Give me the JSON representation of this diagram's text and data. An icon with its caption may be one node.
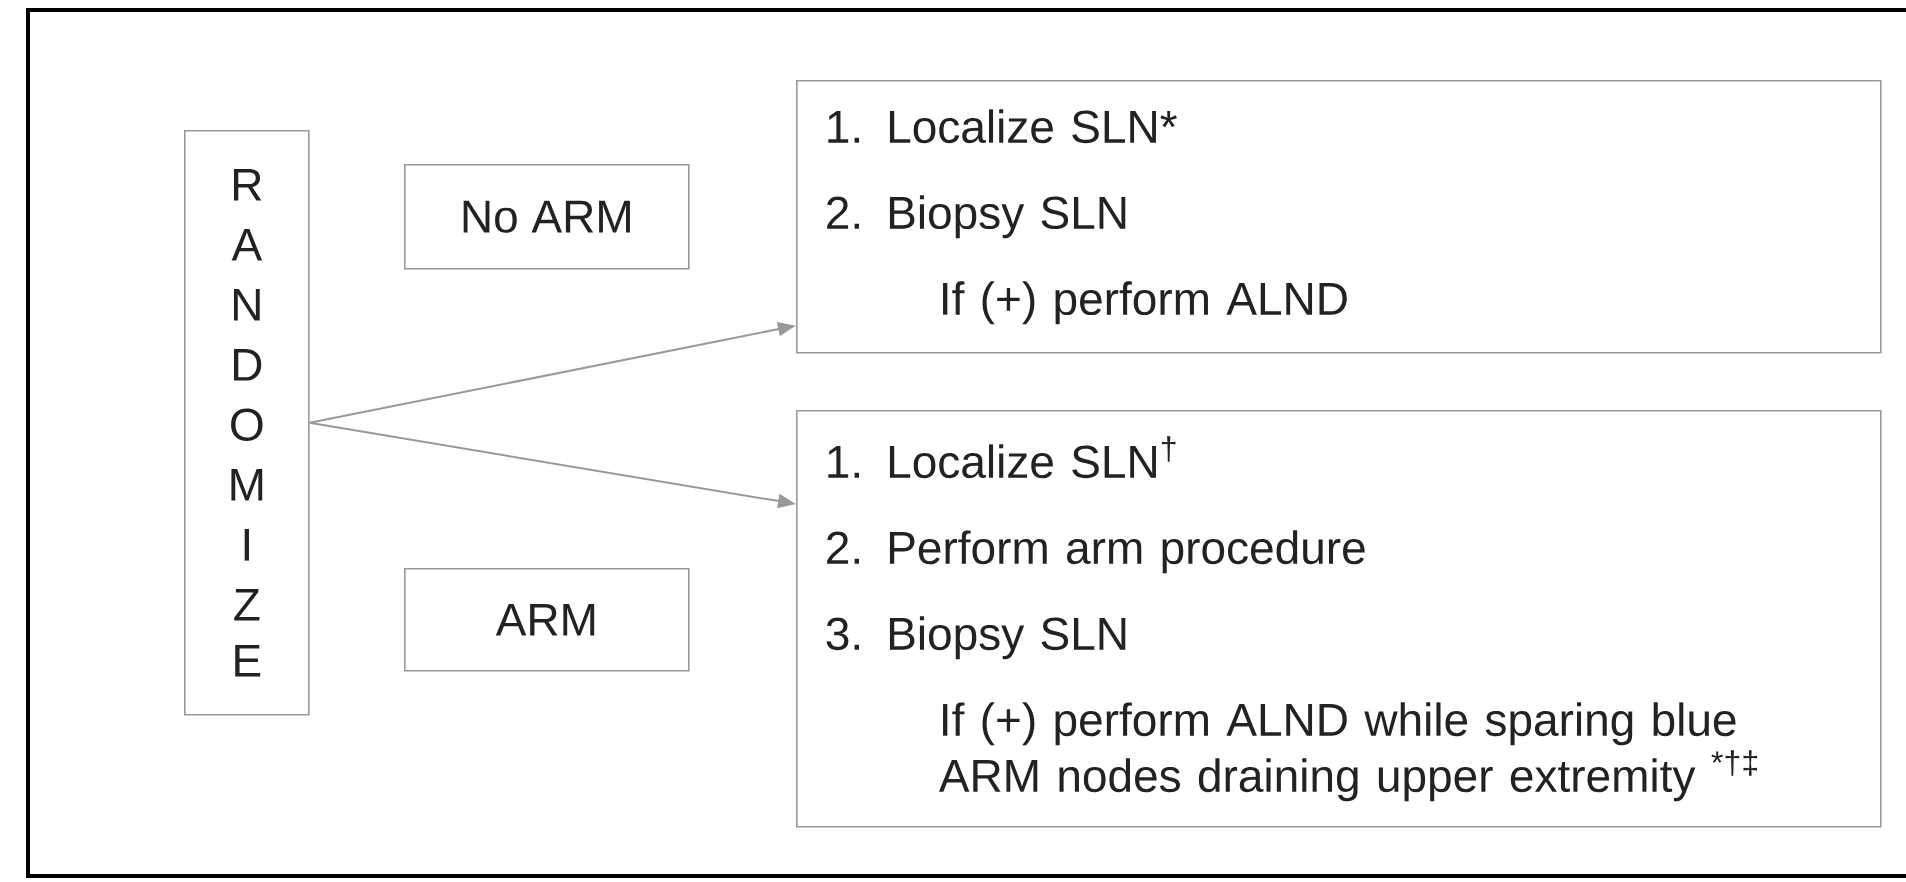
{
  "diagram": {
    "nodes": [
      {
        "text": [
          "RANDOMIZE"
        ]
      },
      {
        "text": [
          "No ARM"
        ]
      },
      {
        "text": [
          "1. Localize SLN*",
          "2. Biopsy SLN",
          "If (+) perform ALND"
        ]
      },
      {
        "text": [
          "ARM"
        ]
      },
      {
        "text": [
          "1. Localize SLN$^{†}$",
          "2. Perform arm procedure",
          "3. Biopsy SLN",
          "If (+) perform ALND while sparing blue ARM nodes draining upper extremity $^{*†‡}$"
        ]
      }
    ],
    "edges": [
      {
        "from": 0,
        "to": 2,
        "arrow": "to"
      },
      {
        "from": 0,
        "to": 4,
        "arrow": "to"
      }
    ]
  }
}
